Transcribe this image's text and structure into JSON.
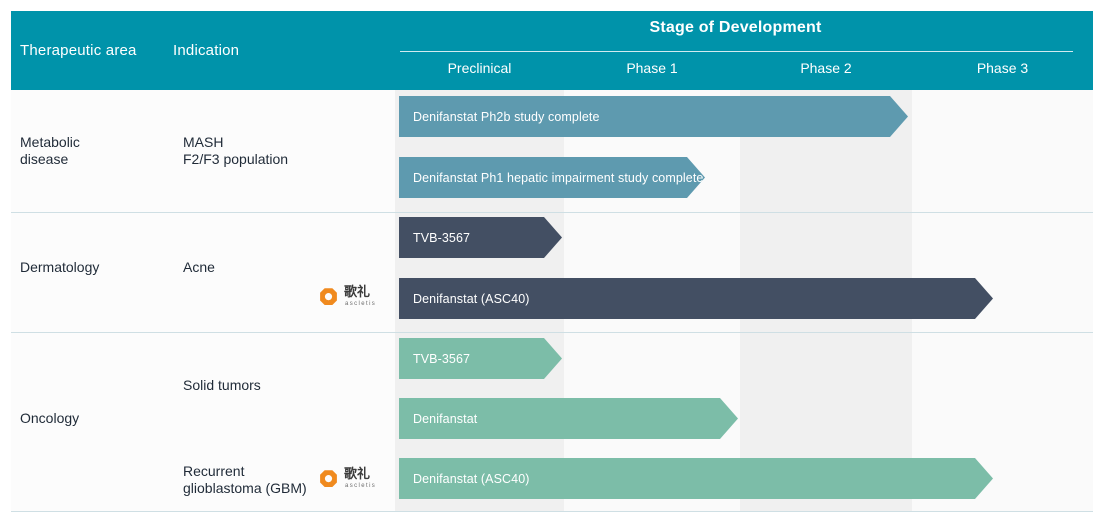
{
  "header": {
    "therapeutic_area_label": "Therapeutic area",
    "indication_label": "Indication",
    "stage_title": "Stage of Development",
    "phases": [
      {
        "label": "Preclinical"
      },
      {
        "label": "Phase 1"
      },
      {
        "label": "Phase 2"
      },
      {
        "label": "Phase 3"
      }
    ]
  },
  "logo": {
    "cn_text": "歌礼",
    "latin_text": "ascletis",
    "mark_color": "#f08a1e"
  },
  "colors": {
    "header_teal": "#0093aa",
    "bar_steel_blue": "#5e9aaf",
    "bar_dark_slate": "#434f63",
    "bar_green": "#7cbda8",
    "stripe_dark": "#f0f0f0",
    "stripe_light": "#fafafa",
    "row_divider": "#cfdfe4",
    "text_dark": "#1f2a37"
  },
  "rows": [
    {
      "area": "Metabolic\ndisease",
      "indications": [
        {
          "text": "MASH\nF2/F3 population",
          "has_logo": false
        }
      ],
      "bars": [
        {
          "label": "Denifanstat Ph2b study complete",
          "color": "#5e9aaf"
        },
        {
          "label": "Denifanstat Ph1 hepatic impairment study complete",
          "color": "#5e9aaf"
        }
      ]
    },
    {
      "area": "Dermatology",
      "indications": [
        {
          "text": "Acne",
          "has_logo": true
        }
      ],
      "bars": [
        {
          "label": "TVB-3567",
          "color": "#434f63"
        },
        {
          "label": "Denifanstat (ASC40)",
          "color": "#434f63"
        }
      ]
    },
    {
      "area": "Oncology",
      "indications": [
        {
          "text": "Solid tumors",
          "has_logo": false
        },
        {
          "text": "Recurrent\nglioblastoma (GBM)",
          "has_logo": true
        }
      ],
      "bars": [
        {
          "label": "TVB-3567",
          "color": "#7cbda8"
        },
        {
          "label": "Denifanstat",
          "color": "#7cbda8"
        },
        {
          "label": "Denifanstat (ASC40)",
          "color": "#7cbda8"
        }
      ]
    }
  ],
  "chart_data": {
    "type": "bar",
    "title": "Stage of Development",
    "categories": [
      "Preclinical",
      "Phase 1",
      "Phase 2",
      "Phase 3"
    ],
    "xlabel": "Stage of Development",
    "ylabel": "",
    "grid": false,
    "legend": "none",
    "series": [
      {
        "name": "Denifanstat Ph2b study complete",
        "therapeutic_area": "Metabolic disease",
        "indication": "MASH F2/F3 population",
        "start_stage": "Preclinical",
        "end_stage": "Phase 2",
        "progress_fraction": 0.74,
        "color": "#5e9aaf"
      },
      {
        "name": "Denifanstat Ph1 hepatic impairment study complete",
        "therapeutic_area": "Metabolic disease",
        "indication": "MASH F2/F3 population",
        "start_stage": "Preclinical",
        "end_stage": "Phase 2",
        "progress_fraction": 0.45,
        "color": "#5e9aaf"
      },
      {
        "name": "TVB-3567",
        "therapeutic_area": "Dermatology",
        "indication": "Acne",
        "start_stage": "Preclinical",
        "end_stage": "Preclinical",
        "progress_fraction": 0.24,
        "color": "#434f63"
      },
      {
        "name": "Denifanstat (ASC40)",
        "therapeutic_area": "Dermatology",
        "indication": "Acne",
        "start_stage": "Preclinical",
        "end_stage": "Phase 3",
        "progress_fraction": 0.88,
        "color": "#434f63"
      },
      {
        "name": "TVB-3567",
        "therapeutic_area": "Oncology",
        "indication": "Solid tumors",
        "start_stage": "Preclinical",
        "end_stage": "Preclinical",
        "progress_fraction": 0.24,
        "color": "#7cbda8"
      },
      {
        "name": "Denifanstat",
        "therapeutic_area": "Oncology",
        "indication": "Solid tumors",
        "start_stage": "Preclinical",
        "end_stage": "Phase 1",
        "progress_fraction": 0.5,
        "color": "#7cbda8"
      },
      {
        "name": "Denifanstat (ASC40)",
        "therapeutic_area": "Oncology",
        "indication": "Recurrent glioblastoma (GBM)",
        "start_stage": "Preclinical",
        "end_stage": "Phase 3",
        "progress_fraction": 0.88,
        "color": "#7cbda8"
      }
    ]
  }
}
